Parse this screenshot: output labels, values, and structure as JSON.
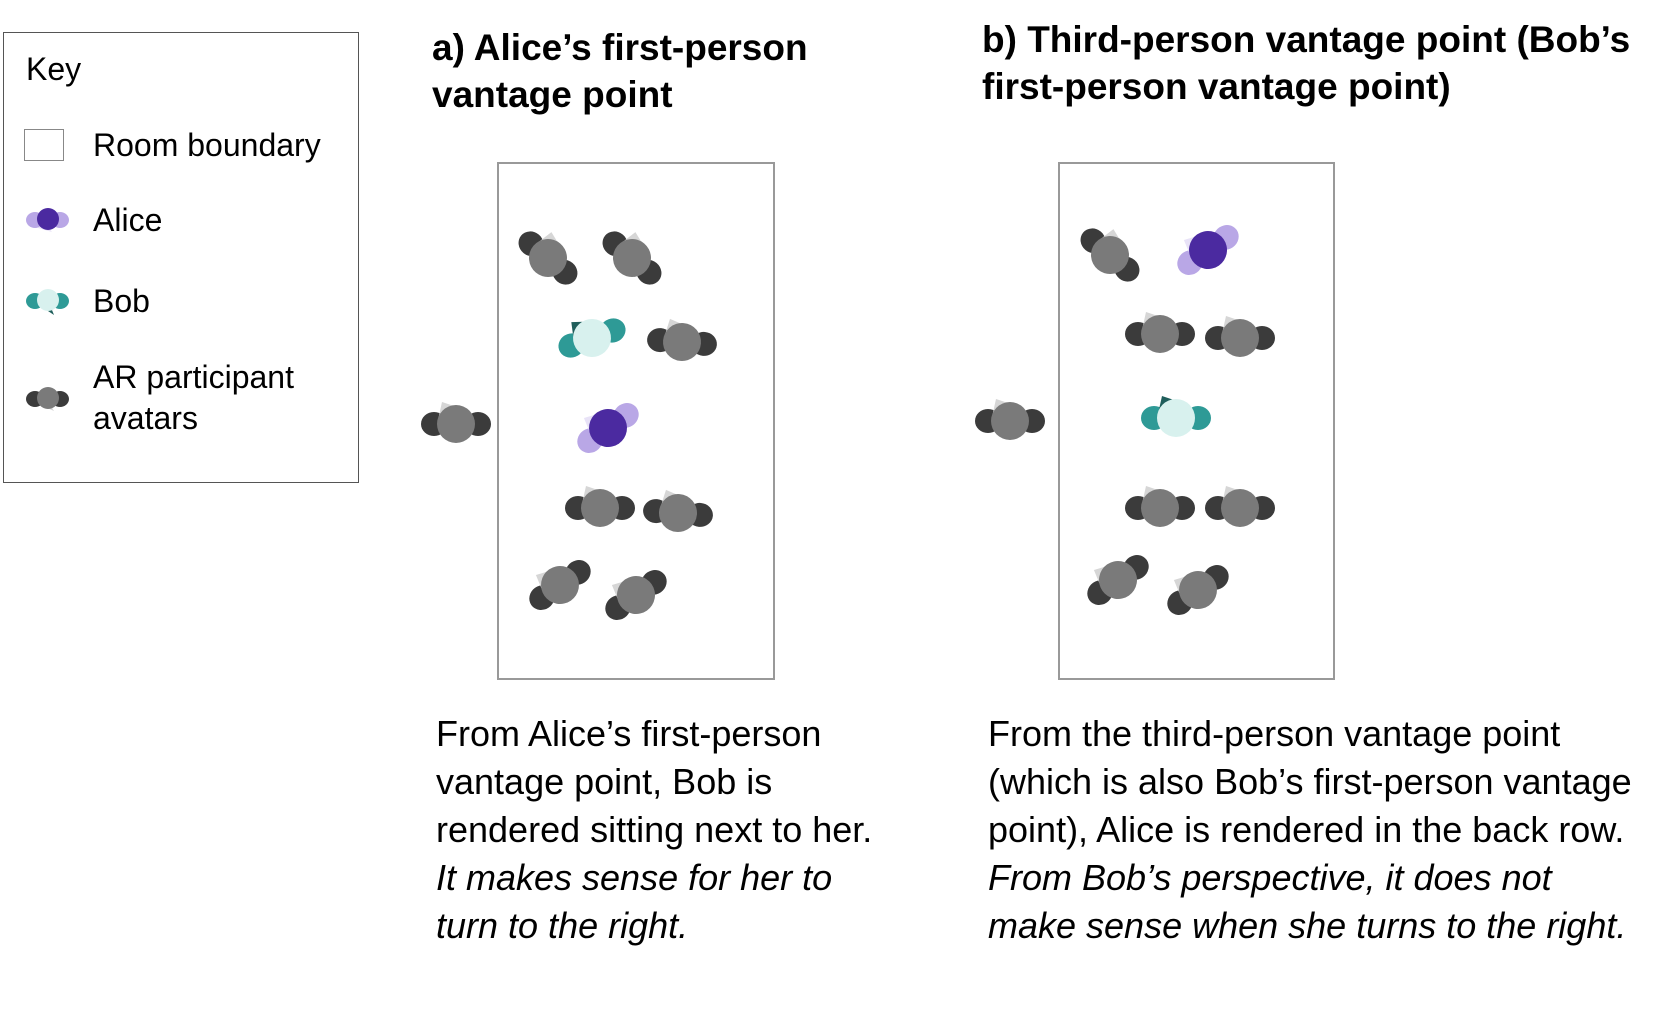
{
  "key": {
    "title": "Key",
    "items": [
      {
        "label": "Room boundary"
      },
      {
        "label": "Alice"
      },
      {
        "label": "Bob"
      },
      {
        "label": "AR participant\navatars"
      }
    ]
  },
  "panel_a": {
    "title": "a) Alice’s first-person vantage point",
    "caption_plain": "From Alice’s first-person vantage point, Bob is rendered sitting next to her. ",
    "caption_italic": "It makes sense for her to turn to the right."
  },
  "panel_b": {
    "title": "b) Third-person vantage point (Bob’s first-person vantage point)",
    "caption_plain": "From the third-person vantage point (which is also Bob’s first-person vantage point), Alice is rendered in the back row. ",
    "caption_italic": "From Bob’s perspective, it does not make sense when she turns to the right."
  },
  "colors": {
    "alice_dark": "#4b2aa0",
    "alice_light": "#b9a7e6",
    "bob_dark": "#2e9a96",
    "bob_light": "#d8f1ee",
    "avatar_body": "#7a7a7a",
    "avatar_dark": "#3b3b3b",
    "avatar_light": "#d6d6d6",
    "room_border": "#999999"
  }
}
